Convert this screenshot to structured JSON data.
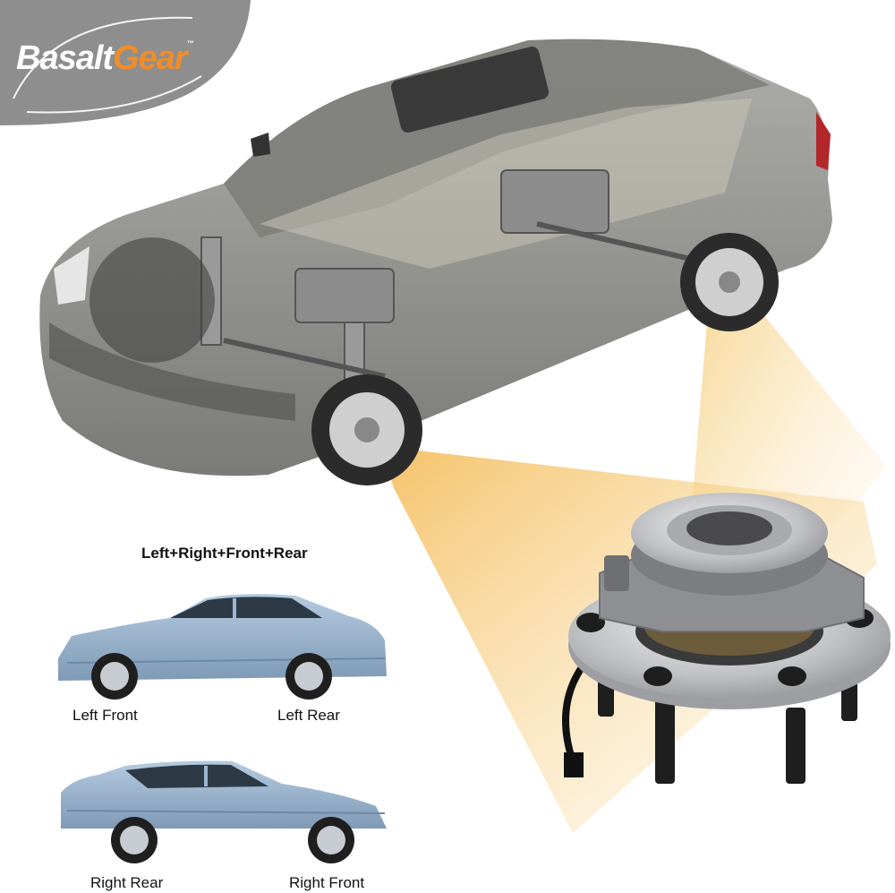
{
  "brand": {
    "name_white": "Basalt",
    "name_orange": "Gear",
    "trademark": "™",
    "badge_color": "#8e8e8e",
    "accent_color": "#f28c28"
  },
  "heading": "Left+Right+Front+Rear",
  "positions": {
    "left_front": "Left Front",
    "left_rear": "Left Rear",
    "right_rear": "Right Rear",
    "right_front": "Right Front"
  },
  "colors": {
    "car_body": "#8a8a86",
    "sedan_blue": "#9bb6d0",
    "beam": "#f5c96a",
    "hub_metal": "#c9cacc"
  }
}
